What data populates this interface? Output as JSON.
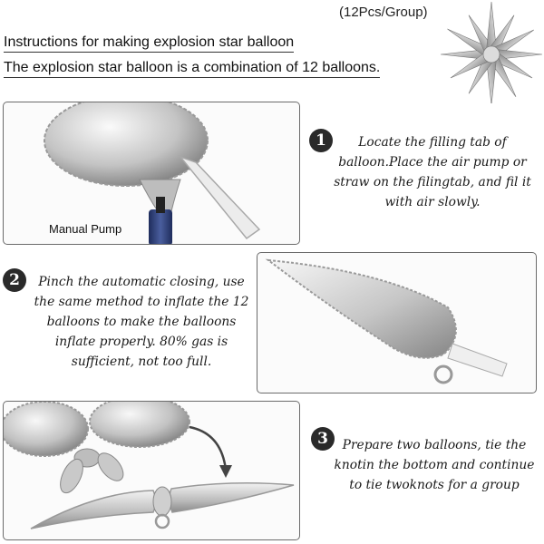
{
  "header": {
    "group_note": "(12Pcs/Group)",
    "title_line1": "Instructions for making explosion star balloon",
    "title_line2": "The explosion star balloon is  a combination of 12 balloons."
  },
  "steps": [
    {
      "number": "1",
      "text": "Locate the filling tab of balloon.Place the air pump or straw on the filingtab, and fil it with air slowly.",
      "image_label": "Manual Pump"
    },
    {
      "number": "2",
      "text": "Pinch the automatic closing, use the same method to inflate the 12 balloons to make the balloons inflate properly. 80% gas is sufficient, not too full."
    },
    {
      "number": "3",
      "text": "Prepare two balloons, tie the knotin the bottom and continue to tie twoknots for a group"
    }
  ],
  "colors": {
    "foil_silver": "#c8c8c8",
    "foil_highlight": "#f2f2f2",
    "foil_shadow": "#8a8a8a",
    "pump_blue": "#2d3f7a",
    "badge": "#2a2a2a"
  },
  "icons": {
    "step_badge": "filled-circle-number",
    "arrow": "curved-arrow-icon"
  }
}
